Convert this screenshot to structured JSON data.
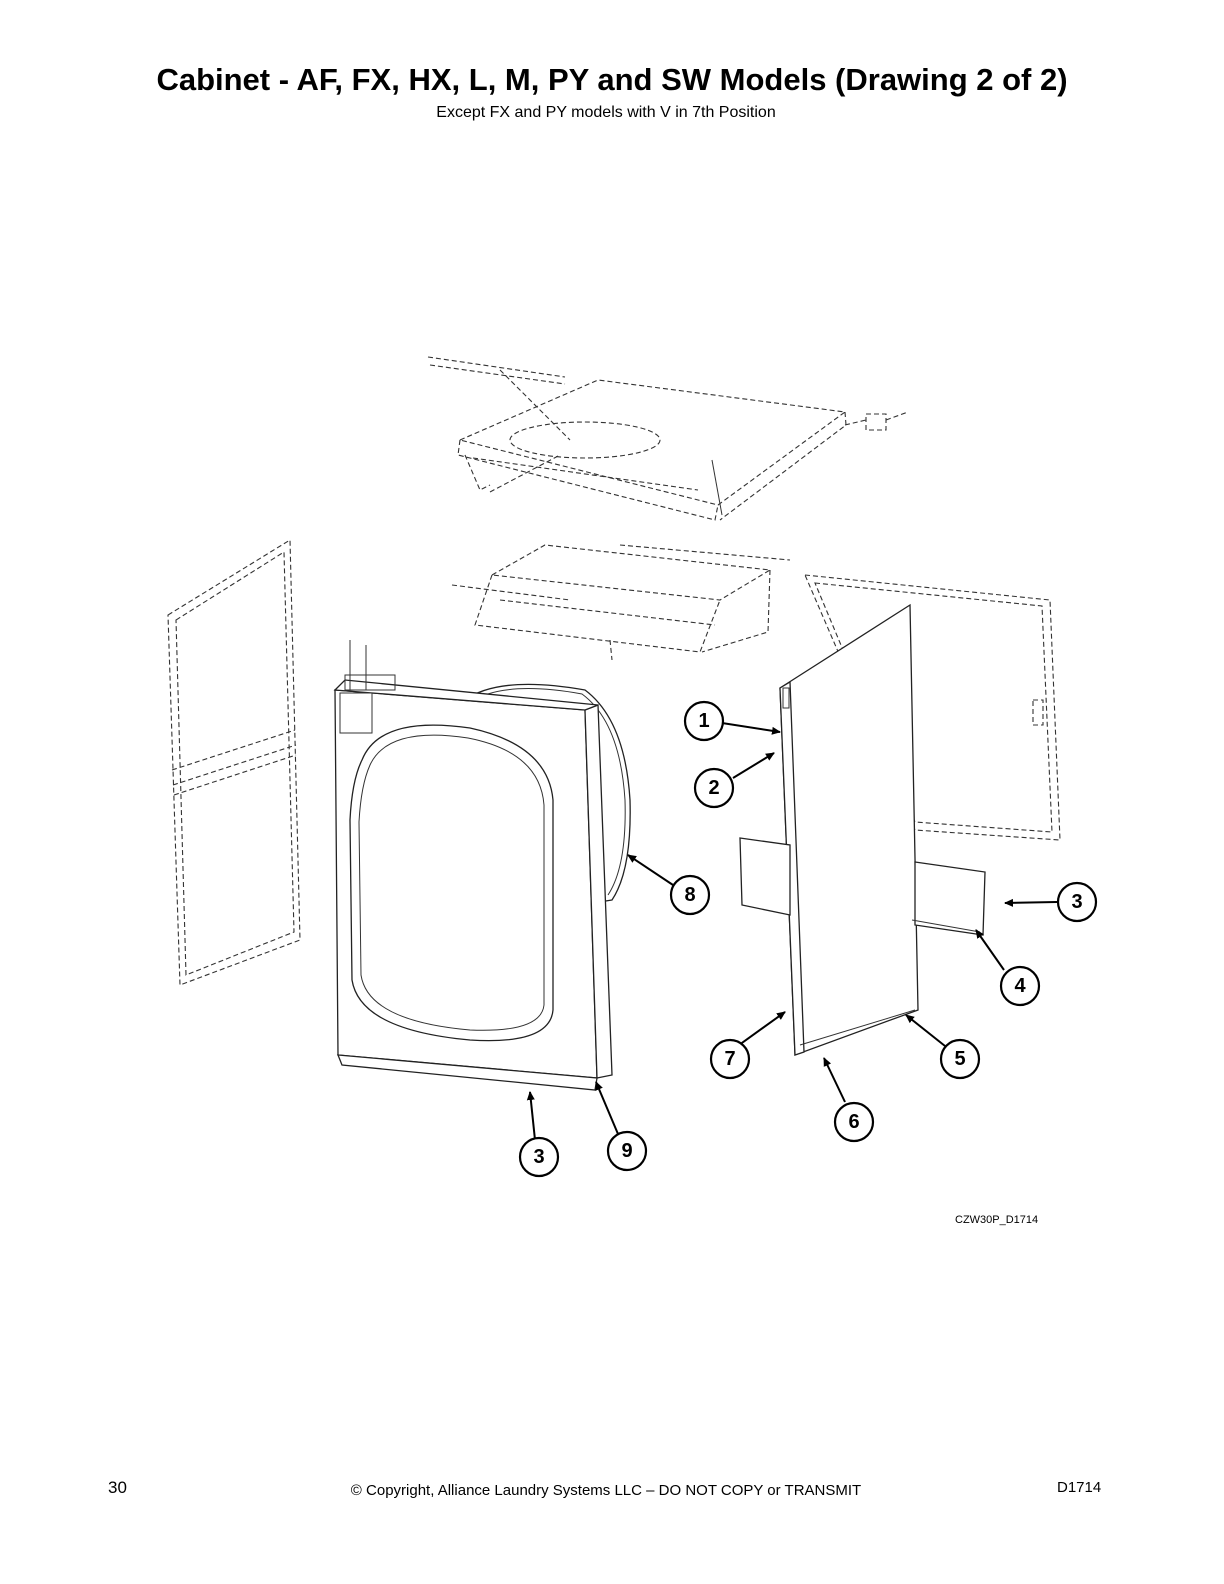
{
  "header": {
    "title": "Cabinet - AF, FX, HX, L, M, PY and SW Models (Drawing 2 of 2)",
    "subtitle": "Except FX and PY models with V in 7th Position"
  },
  "diagram": {
    "drawing_id": "CZW30P_D1714",
    "callouts": [
      {
        "id": "callout-1",
        "label": "1"
      },
      {
        "id": "callout-2",
        "label": "2"
      },
      {
        "id": "callout-3-right",
        "label": "3"
      },
      {
        "id": "callout-4",
        "label": "4"
      },
      {
        "id": "callout-5",
        "label": "5"
      },
      {
        "id": "callout-6",
        "label": "6"
      },
      {
        "id": "callout-7",
        "label": "7"
      },
      {
        "id": "callout-8",
        "label": "8"
      },
      {
        "id": "callout-3-bottom",
        "label": "3"
      },
      {
        "id": "callout-9",
        "label": "9"
      }
    ]
  },
  "footer": {
    "page_number": "30",
    "copyright": "© Copyright, Alliance Laundry Systems LLC – DO NOT COPY or TRANSMIT",
    "doc_code": "D1714"
  }
}
